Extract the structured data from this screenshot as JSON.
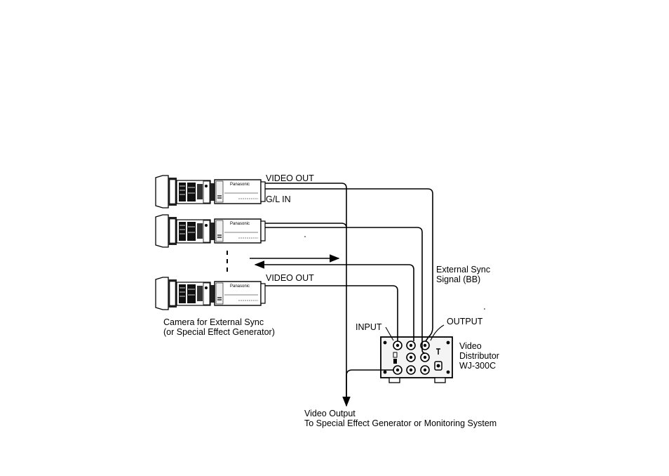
{
  "labels": {
    "video_out_top": "VIDEO OUT",
    "gl_in": "G/L IN",
    "video_out_bottom": "VIDEO OUT",
    "external_sync_line1": "External Sync",
    "external_sync_line2": "Signal (BB)",
    "camera_ext_line1": "Camera for External Sync",
    "camera_ext_line2": "(or Special Effect Generator)",
    "input": "INPUT",
    "output": "OUTPUT",
    "distributor_line1": "Video",
    "distributor_line2": "Distributor",
    "distributor_line3": "WJ-300C",
    "video_output_line1": "Video Output",
    "video_output_line2": "To Special Effect Generator or Monitoring System"
  },
  "camera_brand": "Panasonic",
  "colors": {
    "line": "#000000",
    "background": "#ffffff",
    "panel": "#f4f4f4"
  }
}
